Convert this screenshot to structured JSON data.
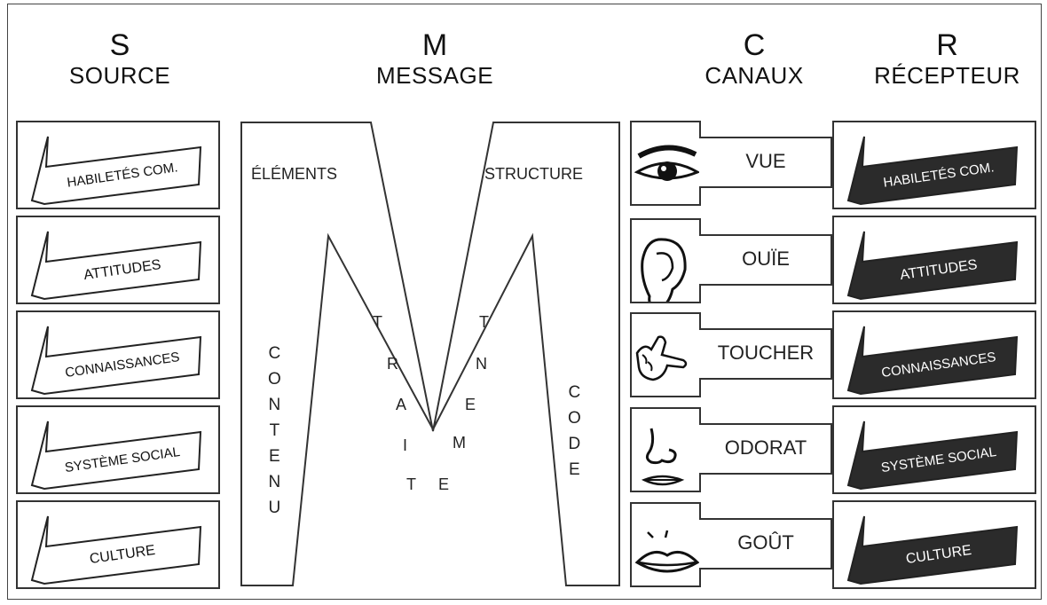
{
  "headers": {
    "source": {
      "letter": "S",
      "word": "SOURCE"
    },
    "message": {
      "letter": "M",
      "word": "MESSAGE"
    },
    "canaux": {
      "letter": "C",
      "word": "CANAUX"
    },
    "recepteur": {
      "letter": "R",
      "word": "RÉCEPTEUR"
    }
  },
  "source_items": [
    "HABILETÉS COM.",
    "ATTITUDES",
    "CONNAISSANCES",
    "SYSTÈME SOCIAL",
    "CULTURE"
  ],
  "receiver_items": [
    "HABILETÉS COM.",
    "ATTITUDES",
    "CONNAISSANCES",
    "SYSTÈME SOCIAL",
    "CULTURE"
  ],
  "message": {
    "elements": "ÉLÉMENTS",
    "structure": "STRUCTURE",
    "contenu": "CONTENU",
    "traitement_left": "TRAIT",
    "traitement_right": "NEM",
    "traitement_bottom": "TE",
    "code": "CODE"
  },
  "channels": [
    {
      "label": "VUE",
      "icon": "eye-icon"
    },
    {
      "label": "OUÏE",
      "icon": "ear-icon"
    },
    {
      "label": "TOUCHER",
      "icon": "hand-icon"
    },
    {
      "label": "ODORAT",
      "icon": "nose-icon"
    },
    {
      "label": "GOÛT",
      "icon": "mouth-icon"
    }
  ],
  "colors": {
    "ink": "#222222",
    "banner_dark": "#2b2b2b",
    "paper": "#ffffff"
  }
}
